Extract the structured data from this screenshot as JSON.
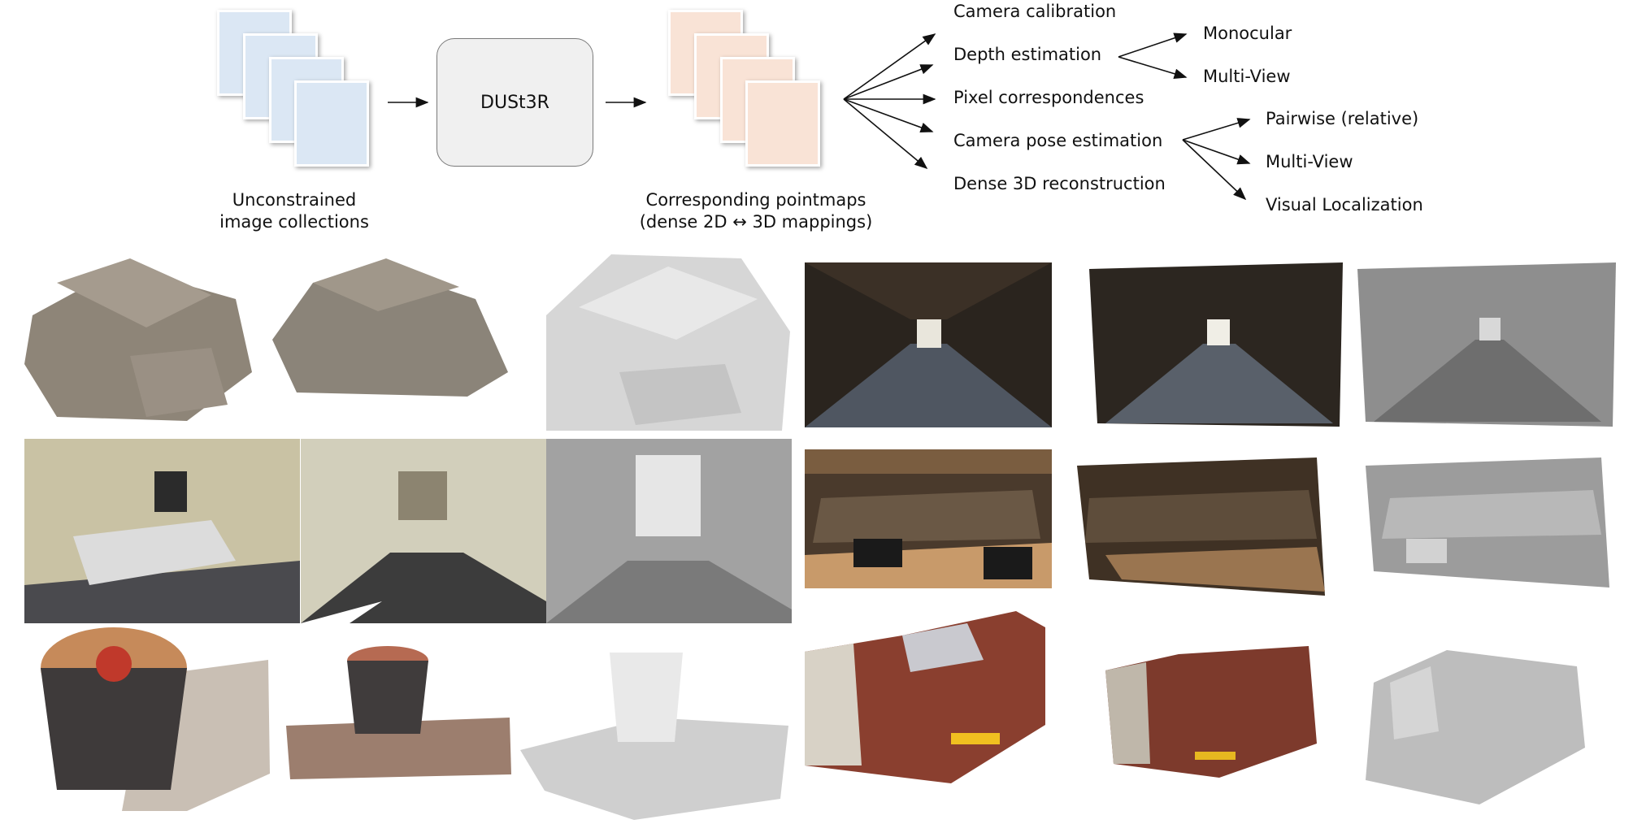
{
  "pipeline": {
    "model_label": "DUSt3R",
    "input_caption": [
      "Unconstrained",
      "image collections"
    ],
    "output_caption": [
      "Corresponding pointmaps",
      "(dense 2D ↔ 3D mappings)"
    ]
  },
  "tasks": {
    "camera_calibration": "Camera calibration",
    "depth_estimation": "Depth estimation",
    "depth_monocular": "Monocular",
    "depth_multiview": "Multi-View",
    "pixel_correspondences": "Pixel correspondences",
    "camera_pose_estimation": "Camera pose estimation",
    "pose_pairwise": "Pairwise (relative)",
    "pose_multiview": "Multi-View",
    "pose_visual_localization": "Visual Localization",
    "dense_reconstruction": "Dense 3D reconstruction"
  },
  "colors": {
    "input_cards": "#dbe7f4",
    "output_cards": "#f9e3d6",
    "model_box": "#f0f0f0"
  }
}
